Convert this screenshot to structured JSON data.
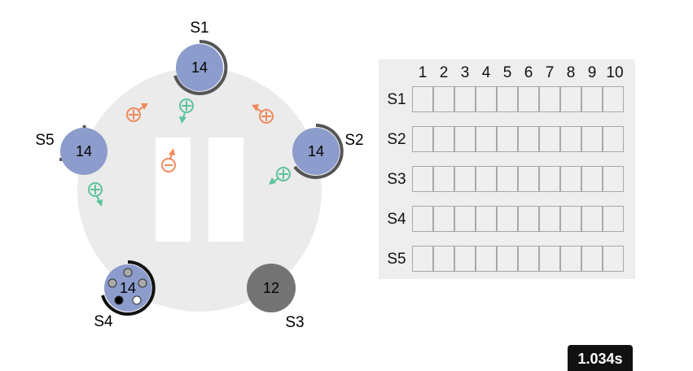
{
  "servers": [
    {
      "id": "S1",
      "label": "S1",
      "value": "14",
      "color": "#8c9ccc"
    },
    {
      "id": "S2",
      "label": "S2",
      "value": "14",
      "color": "#8c9ccc"
    },
    {
      "id": "S3",
      "label": "S3",
      "value": "12",
      "color": "#737373"
    },
    {
      "id": "S4",
      "label": "S4",
      "value": "14",
      "color": "#8c9ccc"
    },
    {
      "id": "S5",
      "label": "S5",
      "value": "14",
      "color": "#8c9ccc"
    }
  ],
  "grid": {
    "columns": [
      "1",
      "2",
      "3",
      "4",
      "5",
      "6",
      "7",
      "8",
      "9",
      "10"
    ],
    "rows": [
      "S1",
      "S2",
      "S3",
      "S4",
      "S5"
    ]
  },
  "timer": "1.034s",
  "colors": {
    "arena": "#ebebeb",
    "node_blue": "#8c9ccc",
    "node_gray": "#737373",
    "arc": "#555555",
    "arrow_orange": "#f08a5d",
    "arrow_green": "#5cc39a"
  },
  "icons": [
    "circle-plus-icon",
    "circle-minus-icon",
    "direction-arrow-icon",
    "server-token-icon"
  ]
}
